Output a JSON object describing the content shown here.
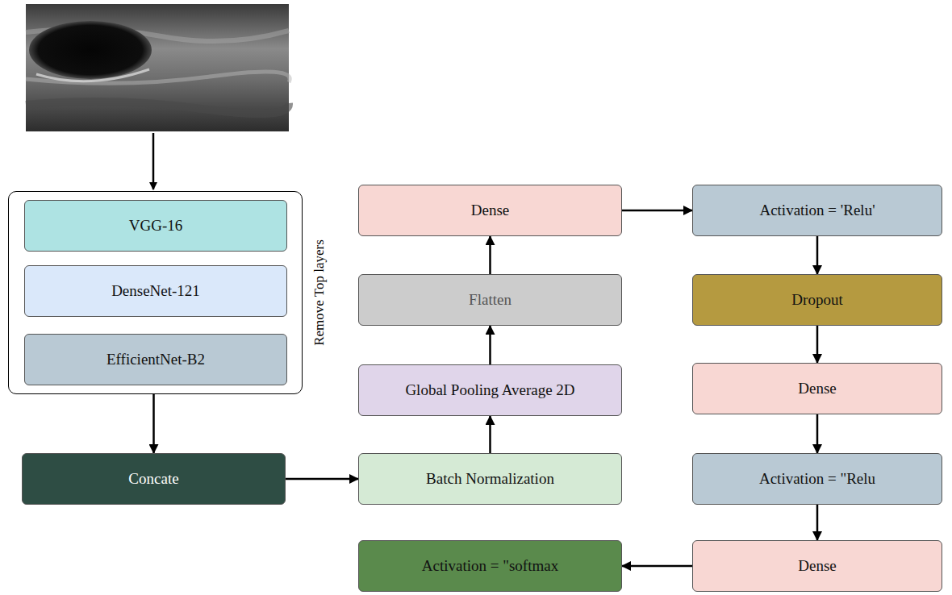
{
  "diagram": {
    "nodes": [
      {
        "text": [
          "Remove Top layers"
        ]
      },
      {
        "text": [
          "VGG-16"
        ],
        "in": 0
      },
      {
        "text": [
          "DenseNet-121"
        ],
        "in": 0
      },
      {
        "text": [
          "EfficientNet-B2"
        ],
        "in": 0
      },
      {
        "text": [
          "Concate"
        ]
      },
      {
        "text": [
          "Batch Normalization"
        ]
      },
      {
        "text": [
          "Global Pooling Average 2D"
        ]
      },
      {
        "text": [
          "Flatten"
        ]
      },
      {
        "text": [
          "Dense"
        ]
      },
      {
        "text": [
          "Activation = 'Relu'"
        ]
      },
      {
        "text": [
          "Dropout"
        ]
      },
      {
        "text": [
          "Dense"
        ]
      },
      {
        "text": [
          "Activation = \"Relu"
        ]
      },
      {
        "text": [
          "Dense"
        ]
      },
      {
        "text": [
          "Activation = \"softmax"
        ]
      }
    ],
    "edges": [
      {
        "from": 0,
        "to": 4,
        "arrow": "to"
      },
      {
        "from": 4,
        "to": 5,
        "arrow": "to"
      },
      {
        "from": 5,
        "to": 6,
        "arrow": "to"
      },
      {
        "from": 6,
        "to": 7,
        "arrow": "to"
      },
      {
        "from": 7,
        "to": 8,
        "arrow": "to"
      },
      {
        "from": 8,
        "to": 9,
        "arrow": "to"
      },
      {
        "from": 9,
        "to": 10,
        "arrow": "to"
      },
      {
        "from": 10,
        "to": 11,
        "arrow": "to"
      },
      {
        "from": 11,
        "to": 12,
        "arrow": "to"
      },
      {
        "from": 12,
        "to": 13,
        "arrow": "to"
      },
      {
        "from": 13,
        "to": 14,
        "arrow": "to"
      }
    ]
  }
}
